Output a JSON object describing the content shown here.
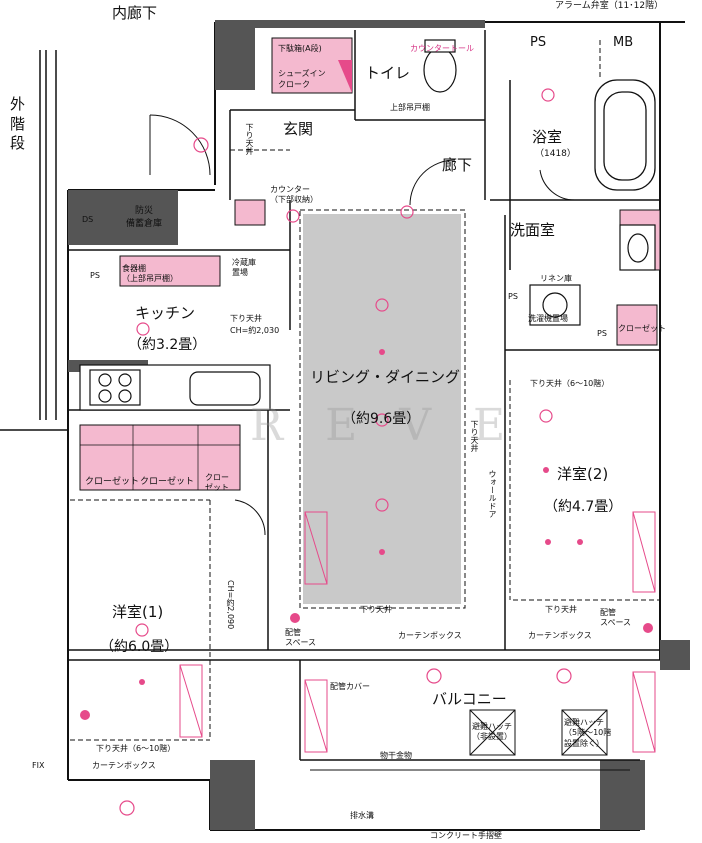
{
  "rooms": {
    "inner_corridor": "内廊下",
    "outer_stairs": "外\n階\n段",
    "alarm_valve": "アラーム弁室（11･12階）",
    "ps_top": "PS",
    "mb": "MB",
    "shoes_storage": "下駄箱(A段)",
    "shoes_in_closet": "シューズイン\nクローク",
    "toilet": "トイレ",
    "toilet_counter": "カウンタートール",
    "upper_door": "上部吊戸棚",
    "entrance": "玄関",
    "down_ceiling_entry": "下り天井",
    "bath": "浴室",
    "bath_size": "（1418）",
    "corridor": "廊下",
    "storage_ds": "DS",
    "fire_storage": "防災\n備蓄倉庫",
    "ps_left": "PS",
    "kitchen_cabinet": "食器棚\n（上部吊戸棚）",
    "fridge": "冷蔵庫\n置場",
    "counter": "カウンター\n（下部収納）",
    "washroom": "洗面室",
    "linen": "リネン庫",
    "washing_machine": "洗濯機置場",
    "ps_wash": "PS",
    "ps_wash2": "PS",
    "closet_wash": "クローゼット",
    "kitchen": "キッチン",
    "kitchen_area": "（約3.2畳）",
    "kitchen_ceiling": "下り天井\nCH=約2,030",
    "ldk": "リビング・ダイニング",
    "ldk_area": "（約9.6畳）",
    "western2": "洋室(2)",
    "western2_area": "（約4.7畳）",
    "western2_ceiling": "下り天井（6〜10階）",
    "western1": "洋室(1)",
    "western1_area": "（約6.0畳）",
    "closet1": "クローゼット",
    "closet2": "クローゼット",
    "closet3": "クロー\nゼット",
    "ceiling_down_ldk": "下り天井",
    "ceiling_down_w2": "下り天井",
    "curtain_box1": "カーテンボックス",
    "curtain_box2": "カーテンボックス",
    "pipe_space1": "配管\nスペース",
    "pipe_space2": "配管\nスペース",
    "balcony": "バルコニー",
    "pipe_cover": "配管カバー",
    "drying": "物干金物",
    "evac_hatch1": "避難ハッチ\n（非設置）",
    "evac_hatch2": "避難ハッチ\n（5階〜10階\n設置除く）",
    "w1_ceiling": "下り天井（6〜10階）",
    "curtain_box3": "カーテンボックス",
    "drain": "排水溝",
    "concrete": "コンクリート手摺壁",
    "fix": "FIX",
    "wall_note": "ウォールドア",
    "ceiling_note": "下り天井",
    "wide_reach": "CH=約2,090"
  },
  "watermark": "R E V E"
}
